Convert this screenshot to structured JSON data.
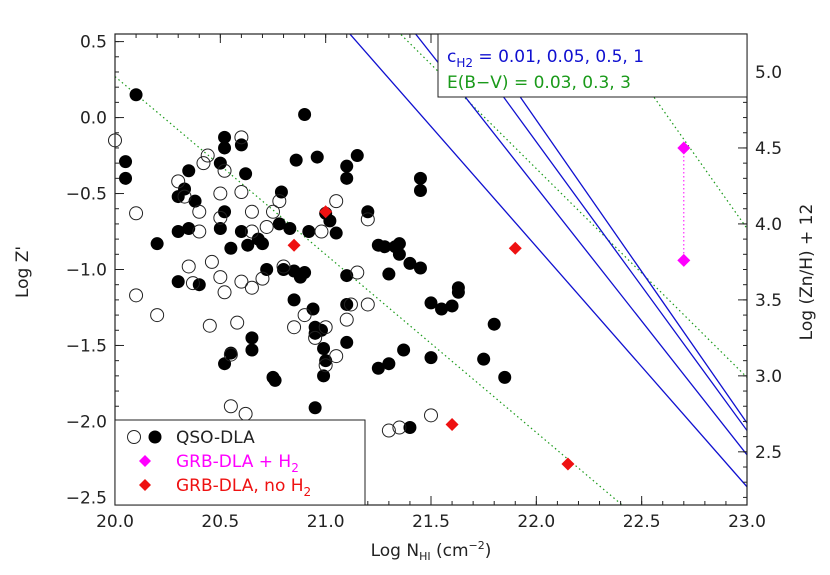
{
  "chart_data": {
    "type": "scatter",
    "title": "",
    "xlabel": {
      "base": "Log N",
      "sub": "HI",
      "unit_pre": " (cm",
      "unit_sup": "−2",
      "unit_post": ")"
    },
    "ylabel": "Log Z'",
    "y2label": "Log (Zn/H) + 12",
    "xlim": [
      20.0,
      23.0
    ],
    "ylim": [
      -2.55,
      0.55
    ],
    "y2lim": [
      2.15,
      5.25
    ],
    "xticks": [
      {
        "v": 20.0,
        "label": "20.0"
      },
      {
        "v": 20.5,
        "label": "20.5"
      },
      {
        "v": 21.0,
        "label": "21.0"
      },
      {
        "v": 21.5,
        "label": "21.5"
      },
      {
        "v": 22.0,
        "label": "22.0"
      },
      {
        "v": 22.5,
        "label": "22.5"
      },
      {
        "v": 23.0,
        "label": "23.0"
      }
    ],
    "yticks": [
      {
        "v": 0.5,
        "label": "0.5"
      },
      {
        "v": 0.0,
        "label": "0.0"
      },
      {
        "v": -0.5,
        "label": "−0.5"
      },
      {
        "v": -1.0,
        "label": "−1.0"
      },
      {
        "v": -1.5,
        "label": "−1.5"
      },
      {
        "v": -2.0,
        "label": "−2.0"
      },
      {
        "v": -2.5,
        "label": "−2.5"
      }
    ],
    "y2ticks": [
      {
        "v": 5.0,
        "label": "5.0"
      },
      {
        "v": 4.5,
        "label": "4.5"
      },
      {
        "v": 4.0,
        "label": "4.0"
      },
      {
        "v": 3.5,
        "label": "3.5"
      },
      {
        "v": 3.0,
        "label": "3.0"
      },
      {
        "v": 2.5,
        "label": "2.5"
      }
    ],
    "colors": {
      "axes": "#222222",
      "blue": "#1010d0",
      "green": "#1a9a1a",
      "magenta": "#ff00ff",
      "red": "#ee1111"
    },
    "annotations": {
      "cH2": {
        "base": "c",
        "sub": "H2",
        "text": " = 0.01, 0.05, 0.5, 1",
        "color": "#1010d0"
      },
      "ebv": {
        "text": "E(B−V) = 0.03, 0.3, 3",
        "color": "#1a9a1a"
      }
    },
    "lines_blue": [
      {
        "x": [
          20.9,
          23.0
        ],
        "y": [
          0.89,
          -2.43
        ]
      },
      {
        "x": [
          21.2,
          23.0
        ],
        "y": [
          0.95,
          -2.22
        ]
      },
      {
        "x": [
          21.4,
          23.0
        ],
        "y": [
          0.98,
          -2.06
        ]
      },
      {
        "x": [
          21.5,
          23.0
        ],
        "y": [
          0.98,
          -2.01
        ]
      }
    ],
    "lines_green": [
      {
        "x": [
          20.0,
          22.45
        ],
        "y": [
          0.27,
          -2.6
        ]
      },
      {
        "x": [
          21.1,
          23.0
        ],
        "y": [
          0.9,
          -1.71
        ]
      },
      {
        "x": [
          22.3,
          23.0
        ],
        "y": [
          0.64,
          -0.73
        ]
      }
    ],
    "legend": {
      "position": "bottom-left",
      "entries": [
        {
          "label": "QSO-DLA",
          "marker": "circles"
        },
        {
          "label_base": "GRB-DLA + H",
          "label_sub": "2",
          "marker": "diamond",
          "color": "#ff00ff"
        },
        {
          "label_base": "GRB-DLA, no H",
          "label_sub": "2",
          "marker": "diamond",
          "color": "#ee1111"
        }
      ]
    },
    "series": [
      {
        "name": "QSO-DLA",
        "marker": "filled-circle",
        "points": [
          [
            20.05,
            -0.29
          ],
          [
            20.05,
            -0.4
          ],
          [
            20.1,
            0.15
          ],
          [
            20.2,
            -0.83
          ],
          [
            20.3,
            -0.52
          ],
          [
            20.3,
            -0.75
          ],
          [
            20.3,
            -1.08
          ],
          [
            20.33,
            -0.47
          ],
          [
            20.35,
            -0.73
          ],
          [
            20.35,
            -0.35
          ],
          [
            20.38,
            -0.55
          ],
          [
            20.4,
            -1.1
          ],
          [
            20.5,
            -0.3
          ],
          [
            20.52,
            -0.13
          ],
          [
            20.52,
            -0.2
          ],
          [
            20.52,
            -0.62
          ],
          [
            20.5,
            -0.73
          ],
          [
            20.55,
            -0.86
          ],
          [
            20.55,
            -1.55
          ],
          [
            20.52,
            -1.62
          ],
          [
            20.6,
            -0.18
          ],
          [
            20.6,
            -0.75
          ],
          [
            20.62,
            -0.37
          ],
          [
            20.63,
            -0.84
          ],
          [
            20.65,
            -1.45
          ],
          [
            20.65,
            -1.53
          ],
          [
            20.68,
            -0.8
          ],
          [
            20.7,
            -0.83
          ],
          [
            20.72,
            -1.0
          ],
          [
            20.75,
            -1.71
          ],
          [
            20.76,
            -1.73
          ],
          [
            20.78,
            -0.7
          ],
          [
            20.79,
            -0.49
          ],
          [
            20.8,
            -1.0
          ],
          [
            20.83,
            -0.73
          ],
          [
            20.85,
            -1.01
          ],
          [
            20.86,
            -0.28
          ],
          [
            20.85,
            -1.2
          ],
          [
            20.88,
            -1.05
          ],
          [
            20.9,
            0.02
          ],
          [
            20.9,
            -1.02
          ],
          [
            20.92,
            -0.75
          ],
          [
            20.94,
            -1.26
          ],
          [
            20.95,
            -1.38
          ],
          [
            20.95,
            -1.42
          ],
          [
            20.95,
            -1.91
          ],
          [
            20.96,
            -0.26
          ],
          [
            20.98,
            -1.4
          ],
          [
            20.99,
            -1.52
          ],
          [
            20.99,
            -1.7
          ],
          [
            21.0,
            -0.63
          ],
          [
            21.02,
            -0.68
          ],
          [
            21.0,
            -1.6
          ],
          [
            21.05,
            -0.76
          ],
          [
            21.1,
            -0.32
          ],
          [
            21.1,
            -0.4
          ],
          [
            21.1,
            -1.04
          ],
          [
            21.1,
            -1.23
          ],
          [
            21.1,
            -1.48
          ],
          [
            21.15,
            -0.25
          ],
          [
            21.2,
            -0.62
          ],
          [
            21.25,
            -0.84
          ],
          [
            21.25,
            -1.65
          ],
          [
            21.28,
            -0.85
          ],
          [
            21.3,
            -1.03
          ],
          [
            21.3,
            -1.62
          ],
          [
            21.33,
            -0.85
          ],
          [
            21.35,
            -0.83
          ],
          [
            21.35,
            -0.9
          ],
          [
            21.37,
            -1.53
          ],
          [
            21.4,
            -0.96
          ],
          [
            21.4,
            -2.04
          ],
          [
            21.45,
            -0.4
          ],
          [
            21.45,
            -0.48
          ],
          [
            21.45,
            -0.99
          ],
          [
            21.5,
            -1.22
          ],
          [
            21.5,
            -1.58
          ],
          [
            21.55,
            -1.26
          ],
          [
            21.6,
            -1.24
          ],
          [
            21.63,
            -1.12
          ],
          [
            21.63,
            -1.15
          ],
          [
            21.75,
            -1.59
          ],
          [
            21.8,
            -1.36
          ],
          [
            21.85,
            -1.71
          ]
        ]
      },
      {
        "name": "QSO-DLA",
        "marker": "open-circle",
        "points": [
          [
            20.0,
            -0.15
          ],
          [
            20.1,
            -0.63
          ],
          [
            20.1,
            -1.17
          ],
          [
            20.2,
            -1.3
          ],
          [
            20.3,
            -0.42
          ],
          [
            20.33,
            -0.52
          ],
          [
            20.35,
            -0.98
          ],
          [
            20.37,
            -1.09
          ],
          [
            20.4,
            -0.62
          ],
          [
            20.4,
            -0.75
          ],
          [
            20.42,
            -0.3
          ],
          [
            20.44,
            -0.25
          ],
          [
            20.45,
            -1.37
          ],
          [
            20.46,
            -0.95
          ],
          [
            20.5,
            -0.5
          ],
          [
            20.5,
            -0.66
          ],
          [
            20.5,
            -1.05
          ],
          [
            20.52,
            -1.15
          ],
          [
            20.52,
            -0.35
          ],
          [
            20.55,
            -1.56
          ],
          [
            20.55,
            -1.9
          ],
          [
            20.58,
            -1.35
          ],
          [
            20.6,
            -0.13
          ],
          [
            20.6,
            -0.49
          ],
          [
            20.6,
            -1.08
          ],
          [
            20.62,
            -1.95
          ],
          [
            20.65,
            -0.62
          ],
          [
            20.65,
            -0.75
          ],
          [
            20.65,
            -1.12
          ],
          [
            20.7,
            -1.06
          ],
          [
            20.72,
            -0.72
          ],
          [
            20.75,
            -0.62
          ],
          [
            20.78,
            -0.55
          ],
          [
            20.8,
            -0.98
          ],
          [
            20.85,
            -1.38
          ],
          [
            20.9,
            -1.3
          ],
          [
            20.95,
            -1.45
          ],
          [
            20.98,
            -0.75
          ],
          [
            21.0,
            -1.38
          ],
          [
            21.0,
            -1.63
          ],
          [
            21.05,
            -0.55
          ],
          [
            21.05,
            -1.57
          ],
          [
            21.1,
            -1.33
          ],
          [
            21.12,
            -1.23
          ],
          [
            21.15,
            -1.02
          ],
          [
            21.2,
            -0.67
          ],
          [
            21.2,
            -1.23
          ],
          [
            21.3,
            -2.06
          ],
          [
            21.35,
            -2.04
          ],
          [
            21.5,
            -1.96
          ]
        ]
      },
      {
        "name": "GRB-DLA + H2",
        "marker": "diamond",
        "color": "#ff00ff",
        "points": [
          [
            22.7,
            -0.2
          ],
          [
            22.7,
            -0.94
          ]
        ]
      },
      {
        "name": "GRB-DLA, no H2",
        "marker": "diamond",
        "color": "#ee1111",
        "points": [
          [
            20.85,
            -0.84
          ],
          [
            21.0,
            -0.62
          ],
          [
            21.6,
            -2.02
          ],
          [
            21.9,
            -0.86
          ],
          [
            22.15,
            -2.28
          ]
        ]
      }
    ]
  }
}
